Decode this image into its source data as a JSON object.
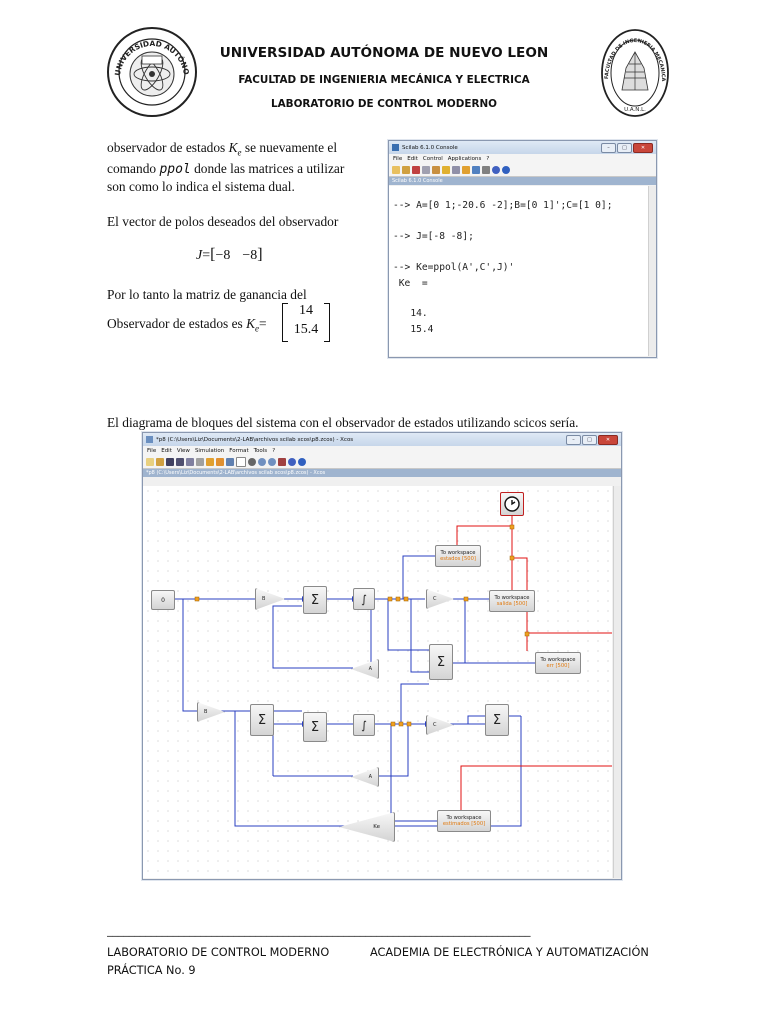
{
  "header": {
    "university": "UNIVERSIDAD AUTÓNOMA DE NUEVO LEON",
    "faculty": "FACULTAD DE INGENIERIA MECÁNICA Y ELECTRICA",
    "lab": "LABORATORIO DE CONTROL MODERNO",
    "left_seal_text": "UNIVERSIDAD AUTÓNOMA DE NUEVO LEÓN",
    "right_seal_text": "FACULTAD DE INGENIERIA MECANICA Y ELECTRICA",
    "right_seal_bottom": "U.A.N.L."
  },
  "text": {
    "p1_a": "observador de estados ",
    "p1_ke": "K",
    "p1_ke_sub": "e",
    "p1_b": " se nuevamente el",
    "p1_c": "comando ",
    "p1_cmd": "ppol",
    "p1_d": " donde las matrices a utilizar",
    "p1_e": "son como lo indica el sistema dual.",
    "p2": "El vector de polos deseados del observador",
    "eq_j_var": "J",
    "eq_j_eq": "=",
    "eq_j_v1": "−8",
    "eq_j_v2": "−8",
    "p3_a": "Por lo tanto la matriz de ganancia del",
    "p3_b": "Observador de estados es ",
    "p3_k": "K",
    "p3_k_sub": "e",
    "p3_eq": "=",
    "ke_v1": "14",
    "ke_v2": "15.4",
    "p4": "El diagrama de bloques del sistema con el observador de estados utilizando scicos sería."
  },
  "console_window": {
    "title": "Scilab 6.1.0 Console",
    "menu": [
      "File",
      "Edit",
      "Control",
      "Applications",
      "?"
    ],
    "subtitle": "Scilab 6.1.0 Console",
    "lines": [
      "--> A=[0 1;-20.6 -2];B=[0 1]';C=[1 0];",
      "--> J=[-8 -8];",
      "--> Ke=ppol(A',C',J)'",
      " Ke  =",
      "   14. ",
      "   15.4"
    ]
  },
  "xcos_window": {
    "title": "*p8 (C:\\Users\\Liz\\Documents\\2-LAB\\archivos scilab xcos\\p8.zcos) - Xcos",
    "menu": [
      "File",
      "Edit",
      "View",
      "Simulation",
      "Format",
      "Tools",
      "?"
    ],
    "subtitle": "*p8 (C:\\Users\\Liz\\Documents\\2-LAB\\archivos scilab xcos\\p8.zcos) - Xcos",
    "blocks": {
      "const": "0",
      "gain_b1": "B",
      "gain_b2": "B",
      "gain_c1": "C",
      "gain_c2": "C",
      "gain_a1": "A",
      "gain_a2": "A",
      "gain_ke": "Ke",
      "sum": "Σ",
      "integ": "∫",
      "tw_title": "To workspace",
      "tw_estados": "estados [500]",
      "tw_salida": "salida [500]",
      "tw_err": "err [500]",
      "tw_estimados": "estimados [500]"
    }
  },
  "footer": {
    "rule": "_____________________________________________________________________________",
    "left": "LABORATORIO DE CONTROL MODERNO",
    "right": "ACADEMIA DE ELECTRÓNICA Y AUTOMATIZACIÓN",
    "practice": "PRÁCTICA No. 9"
  }
}
